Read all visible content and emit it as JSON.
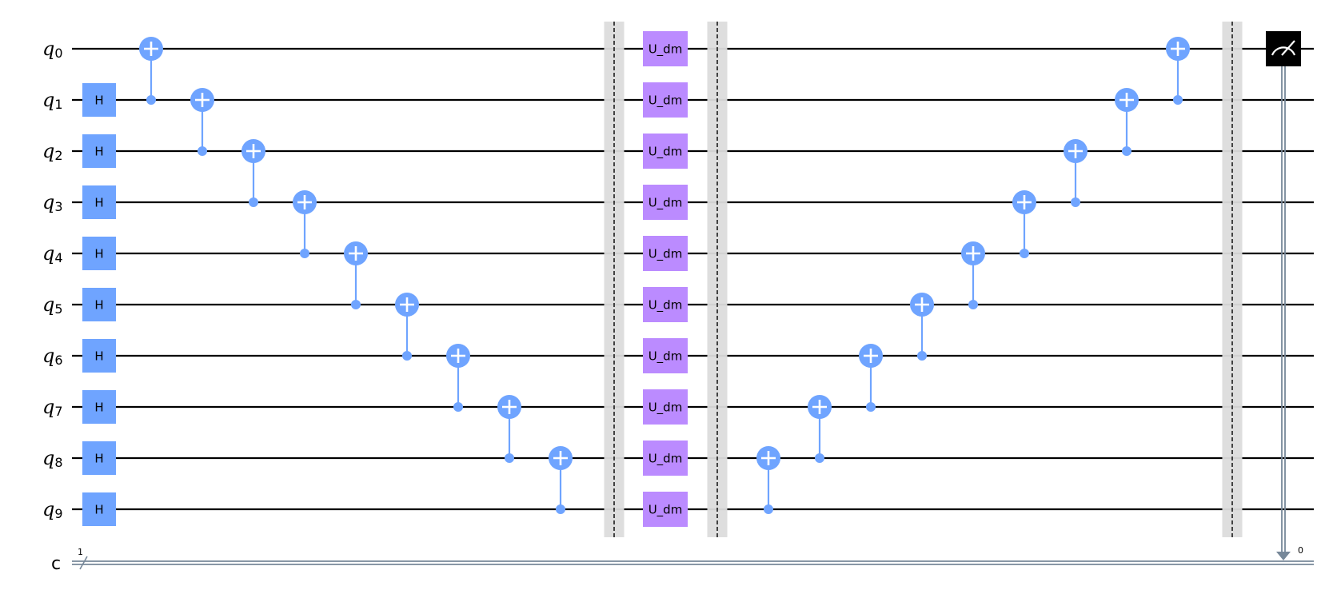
{
  "circuit": {
    "qubits": [
      "q0",
      "q1",
      "q2",
      "q3",
      "q4",
      "q5",
      "q6",
      "q7",
      "q8",
      "q9"
    ],
    "qubit_labels": [
      {
        "base": "q",
        "sub": "0"
      },
      {
        "base": "q",
        "sub": "1"
      },
      {
        "base": "q",
        "sub": "2"
      },
      {
        "base": "q",
        "sub": "3"
      },
      {
        "base": "q",
        "sub": "4"
      },
      {
        "base": "q",
        "sub": "5"
      },
      {
        "base": "q",
        "sub": "6"
      },
      {
        "base": "q",
        "sub": "7"
      },
      {
        "base": "q",
        "sub": "8"
      },
      {
        "base": "q",
        "sub": "9"
      }
    ],
    "classical_register": {
      "label": "c",
      "width_label": "1",
      "measure_bit_label": "0"
    },
    "h_gate": {
      "label": "H",
      "qubits": [
        1,
        2,
        3,
        4,
        5,
        6,
        7,
        8,
        9
      ]
    },
    "cnot_chain_1": [
      {
        "control": 1,
        "target": 0
      },
      {
        "control": 2,
        "target": 1
      },
      {
        "control": 3,
        "target": 2
      },
      {
        "control": 4,
        "target": 3
      },
      {
        "control": 5,
        "target": 4
      },
      {
        "control": 6,
        "target": 5
      },
      {
        "control": 7,
        "target": 6
      },
      {
        "control": 8,
        "target": 7
      },
      {
        "control": 9,
        "target": 8
      }
    ],
    "custom_gate": {
      "label": "U_dm",
      "qubits": [
        0,
        1,
        2,
        3,
        4,
        5,
        6,
        7,
        8,
        9
      ]
    },
    "cnot_chain_2": [
      {
        "control": 9,
        "target": 8
      },
      {
        "control": 8,
        "target": 7
      },
      {
        "control": 7,
        "target": 6
      },
      {
        "control": 6,
        "target": 5
      },
      {
        "control": 5,
        "target": 4
      },
      {
        "control": 4,
        "target": 3
      },
      {
        "control": 3,
        "target": 2
      },
      {
        "control": 2,
        "target": 1
      },
      {
        "control": 1,
        "target": 0
      }
    ],
    "barriers": 3,
    "measure": {
      "qubit": 0,
      "clbit": 0
    },
    "colors": {
      "h_gate": "#6fa4ff",
      "cnot": "#6fa4ff",
      "custom_gate": "#bb8bff",
      "barrier": "#dcdcdc",
      "measure": "#000000",
      "wire": "#000000",
      "classical_wire": "#778899"
    }
  }
}
